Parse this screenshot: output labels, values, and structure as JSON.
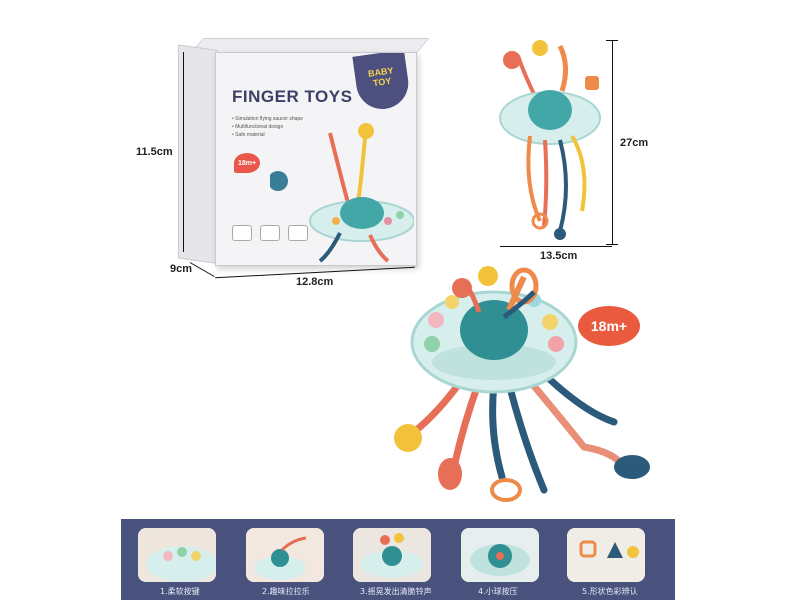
{
  "dimensions": {
    "box_height": "11.5cm",
    "box_depth": "9cm",
    "box_width": "12.8cm",
    "toy_height": "27cm",
    "toy_width": "13.5cm"
  },
  "box": {
    "title": "FINGER TOYS",
    "brand_line1": "BABY",
    "brand_line2": "TOY",
    "bullets": [
      "• Simulation flying saucer shape",
      "• Multifunctional design",
      "• Safe material"
    ],
    "age_badge": "18m+"
  },
  "age_bubble": "18m+",
  "features": [
    {
      "caption": "1.柔软按键"
    },
    {
      "caption": "2.趣味拉拉乐"
    },
    {
      "caption": "3.摇晃发出清脆铃声"
    },
    {
      "caption": "4.小球按压"
    },
    {
      "caption": "5.形状色彩辨认"
    }
  ],
  "colors": {
    "strip": "#48527d",
    "accent_red": "#ea5a3e",
    "toy_body": "#cfe9e6",
    "toy_teal": "#2f8f92",
    "strand_orange": "#ee8a4a",
    "strand_navy": "#2b5a7a",
    "strand_yellow": "#f2c23a"
  }
}
